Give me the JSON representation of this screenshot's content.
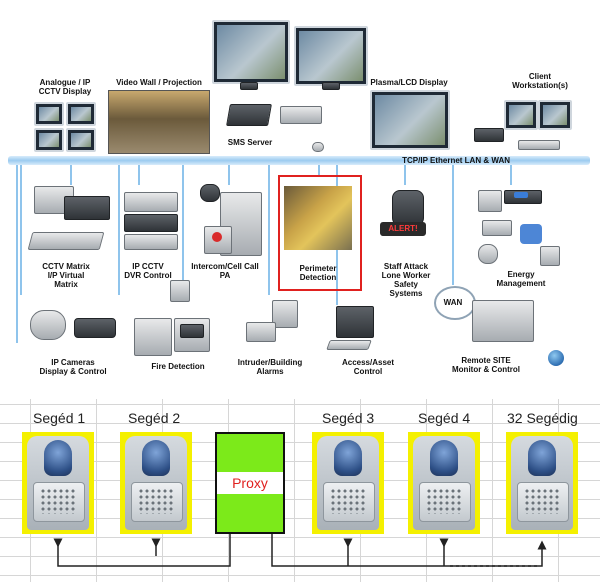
{
  "network": {
    "lan_label": "TCP/IP Ethernet LAN & WAN",
    "labels": {
      "analogue": "Analogue / IP\nCCTV Display",
      "videowall": "Video Wall / Projection",
      "sms": "SMS Server",
      "plasma": "Plasma/LCD Display",
      "client": "Client\nWorkstation(s)",
      "matrix": "CCTV Matrix\nI/P Virtual\nMatrix",
      "dvr": "IP CCTV\nDVR Control",
      "intercom": "Intercom/Cell Call\nPA",
      "perimeter": "Perimeter\nDetection",
      "staff": "Staff Attack\nLone Worker\nSafety\nSystems",
      "energy": "Energy\nManagement",
      "wan": "WAN",
      "cameras": "IP Cameras\nDisplay & Control",
      "fire": "Fire Detection",
      "intruder": "Intruder/Building\nAlarms",
      "access": "Access/Asset\nControl",
      "remote": "Remote SITE\nMonitor & Control",
      "alert": "ALERT!"
    }
  },
  "chain": {
    "segments": [
      "Segéd 1",
      "Segéd 2",
      "Segéd 3",
      "Segéd 4",
      "32 Segédig"
    ],
    "proxy_label": "Proxy"
  },
  "colors": {
    "highlight": "#e0211f",
    "unit_frame": "#f4f000",
    "proxy_fill": "#7cea1a",
    "lan_bar": "#9ccbf0"
  }
}
